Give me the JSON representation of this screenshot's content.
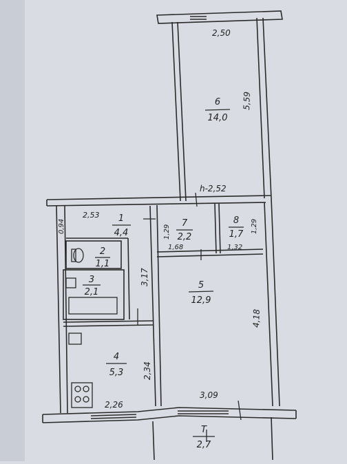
{
  "plan": {
    "rooms": [
      {
        "id": "room-6",
        "number": "6",
        "area": "14,0"
      },
      {
        "id": "room-1",
        "number": "1",
        "area": "4,4"
      },
      {
        "id": "room-7",
        "number": "7",
        "area": "2,2"
      },
      {
        "id": "room-8",
        "number": "8",
        "area": "1,7"
      },
      {
        "id": "room-2",
        "number": "2",
        "area": "1,1"
      },
      {
        "id": "room-3",
        "number": "3",
        "area": "2,1"
      },
      {
        "id": "room-5",
        "number": "5",
        "area": "12,9"
      },
      {
        "id": "room-4",
        "number": "4",
        "area": "5,3"
      },
      {
        "id": "room-t",
        "number": "Т",
        "area": "2,7"
      }
    ],
    "dimensions": {
      "d_250": "2,50",
      "d_559": "5,59",
      "d_252": "h-2,52",
      "d_253": "2,53",
      "d_094": "0,94",
      "d_129a": "1,29",
      "d_129b": "1,29",
      "d_168": "1,68",
      "d_132": "1,32",
      "d_317": "3,17",
      "d_418": "4,18",
      "d_234": "2,34",
      "d_226": "2,26",
      "d_309": "3,09"
    },
    "colors": {
      "paper": "#d9dde3",
      "ink": "#2a2a2a"
    }
  }
}
